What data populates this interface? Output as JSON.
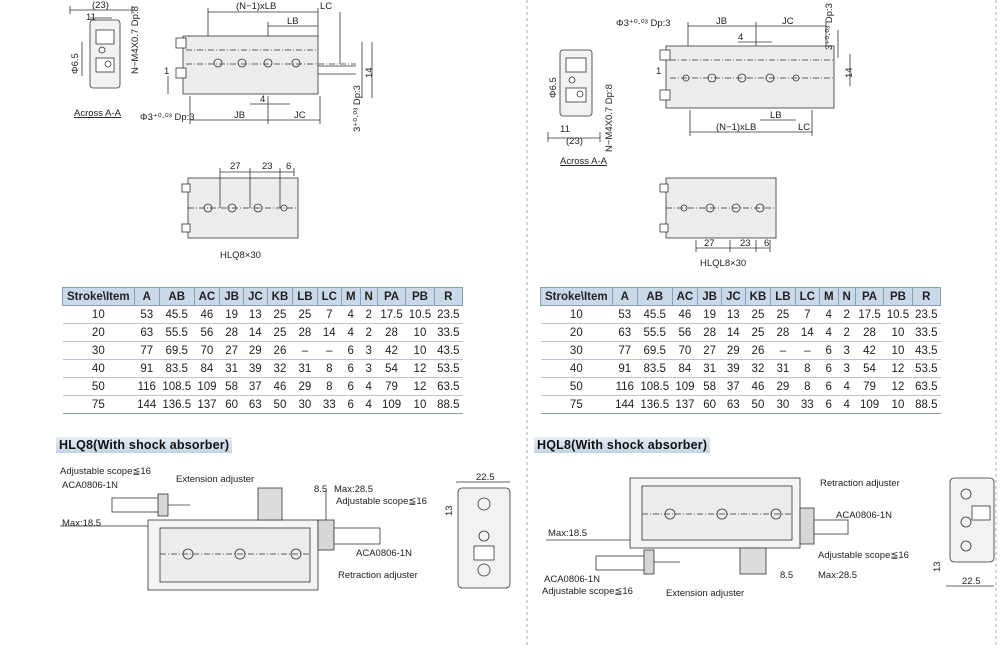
{
  "left": {
    "top_diagram": {
      "dim_23": "(23)",
      "dim_11": "11",
      "dim_phi65": "Φ6.5",
      "tap_label": "N−M4X0.7 Dp:8",
      "dim_nlb": "(N−1)xLB",
      "dim_lb": "LB",
      "dim_lc": "LC",
      "dim_1": "1",
      "dim_14": "14",
      "dim_4": "4",
      "dim_jb": "JB",
      "dim_jc": "JC",
      "hole_label": "Φ3⁺⁰·⁰³ Dp:3",
      "pin_label": "3⁺⁰·⁰³ Dp:3",
      "caption": "Across A-A"
    },
    "mid_diagram": {
      "d27": "27",
      "d23": "23",
      "d6": "6",
      "caption": "HLQ8×30"
    },
    "table": {
      "headers": [
        "Stroke\\Item",
        "A",
        "AB",
        "AC",
        "JB",
        "JC",
        "KB",
        "LB",
        "LC",
        "M",
        "N",
        "PA",
        "PB",
        "R"
      ],
      "rows": [
        [
          "10",
          "53",
          "45.5",
          "46",
          "19",
          "13",
          "25",
          "25",
          "7",
          "4",
          "2",
          "17.5",
          "10.5",
          "23.5"
        ],
        [
          "20",
          "63",
          "55.5",
          "56",
          "28",
          "14",
          "25",
          "28",
          "14",
          "4",
          "2",
          "28",
          "10",
          "33.5"
        ],
        [
          "30",
          "77",
          "69.5",
          "70",
          "27",
          "29",
          "26",
          "–",
          "–",
          "6",
          "3",
          "42",
          "10",
          "43.5"
        ],
        [
          "40",
          "91",
          "83.5",
          "84",
          "31",
          "39",
          "32",
          "31",
          "8",
          "6",
          "3",
          "54",
          "12",
          "53.5"
        ],
        [
          "50",
          "116",
          "108.5",
          "109",
          "58",
          "37",
          "46",
          "29",
          "8",
          "6",
          "4",
          "79",
          "12",
          "63.5"
        ],
        [
          "75",
          "144",
          "136.5",
          "137",
          "60",
          "63",
          "50",
          "30",
          "33",
          "6",
          "4",
          "109",
          "10",
          "88.5"
        ]
      ]
    },
    "section_title": "HLQ8(With shock absorber)",
    "bottom_diagram": {
      "adj_scope": "Adjustable scope≦16",
      "aca": "ACA0806-1N",
      "ext": "Extension adjuster",
      "max185": "Max:18.5",
      "d85": "8.5",
      "max285": "Max:28.5",
      "adj_scope2": "Adjustable scope≦16",
      "aca2": "ACA0806-1N",
      "retract": "Retraction adjuster",
      "d225": "22.5",
      "d13": "13"
    }
  },
  "right": {
    "top_diagram": {
      "hole_label": "Φ3⁺⁰·⁰³ Dp:3",
      "dim_jb": "JB",
      "dim_jc": "JC",
      "dim_4": "4",
      "pin_label": "3⁺⁰·⁰³ Dp:3",
      "dim_phi65": "Φ6.5",
      "dim_1": "1",
      "dim_14": "14",
      "dim_11": "11",
      "dim_23": "(23)",
      "tap_label": "N−M4X0.7 Dp:8",
      "dim_lb": "LB",
      "dim_nlb": "(N−1)xLB",
      "dim_lc": "LC",
      "caption": "Across A-A"
    },
    "mid_diagram": {
      "d27": "27",
      "d23": "23",
      "d6": "6",
      "caption": "HLQL8×30"
    },
    "table": {
      "headers": [
        "Stroke\\Item",
        "A",
        "AB",
        "AC",
        "JB",
        "JC",
        "KB",
        "LB",
        "LC",
        "M",
        "N",
        "PA",
        "PB",
        "R"
      ],
      "rows": [
        [
          "10",
          "53",
          "45.5",
          "46",
          "19",
          "13",
          "25",
          "25",
          "7",
          "4",
          "2",
          "17.5",
          "10.5",
          "23.5"
        ],
        [
          "20",
          "63",
          "55.5",
          "56",
          "28",
          "14",
          "25",
          "28",
          "14",
          "4",
          "2",
          "28",
          "10",
          "33.5"
        ],
        [
          "30",
          "77",
          "69.5",
          "70",
          "27",
          "29",
          "26",
          "–",
          "–",
          "6",
          "3",
          "42",
          "10",
          "43.5"
        ],
        [
          "40",
          "91",
          "83.5",
          "84",
          "31",
          "39",
          "32",
          "31",
          "8",
          "6",
          "3",
          "54",
          "12",
          "53.5"
        ],
        [
          "50",
          "116",
          "108.5",
          "109",
          "58",
          "37",
          "46",
          "29",
          "8",
          "6",
          "4",
          "79",
          "12",
          "63.5"
        ],
        [
          "75",
          "144",
          "136.5",
          "137",
          "60",
          "63",
          "50",
          "30",
          "33",
          "6",
          "4",
          "109",
          "10",
          "88.5"
        ]
      ]
    },
    "section_title": "HQL8(With shock absorber)",
    "bottom_diagram": {
      "retract": "Retraction adjuster",
      "aca": "ACA0806-1N",
      "max185": "Max:18.5",
      "adj_scope": "Adjustable scope≦16",
      "aca2": "ACA0806-1N",
      "adj_scope2": "Adjustable scope≦16",
      "ext": "Extension adjuster",
      "d85": "8.5",
      "max285": "Max:28.5",
      "d13": "13",
      "d225": "22.5"
    }
  },
  "colors": {
    "header_bg": "#c9d9ea",
    "line": "#333333",
    "divider": "#9a9a9a",
    "body_fill": "#e9e9e9"
  }
}
